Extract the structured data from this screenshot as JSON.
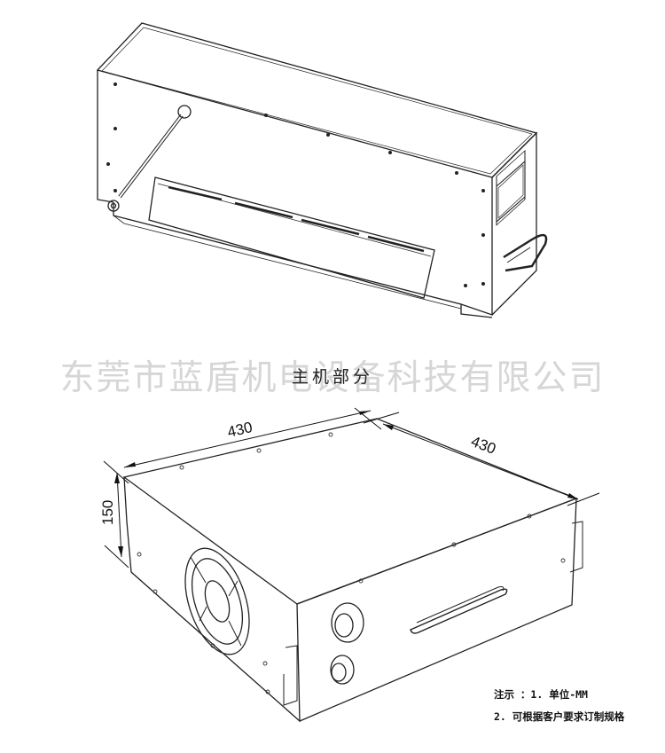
{
  "watermark": "东莞市蓝盾机电设备科技有限公司",
  "caption": "主机部分",
  "dimensions": {
    "width": "430",
    "depth": "430",
    "height": "150"
  },
  "notes": {
    "line1": "注示 ：1. 单位-MM",
    "line2": "2. 可根据客户要求订制规格"
  }
}
